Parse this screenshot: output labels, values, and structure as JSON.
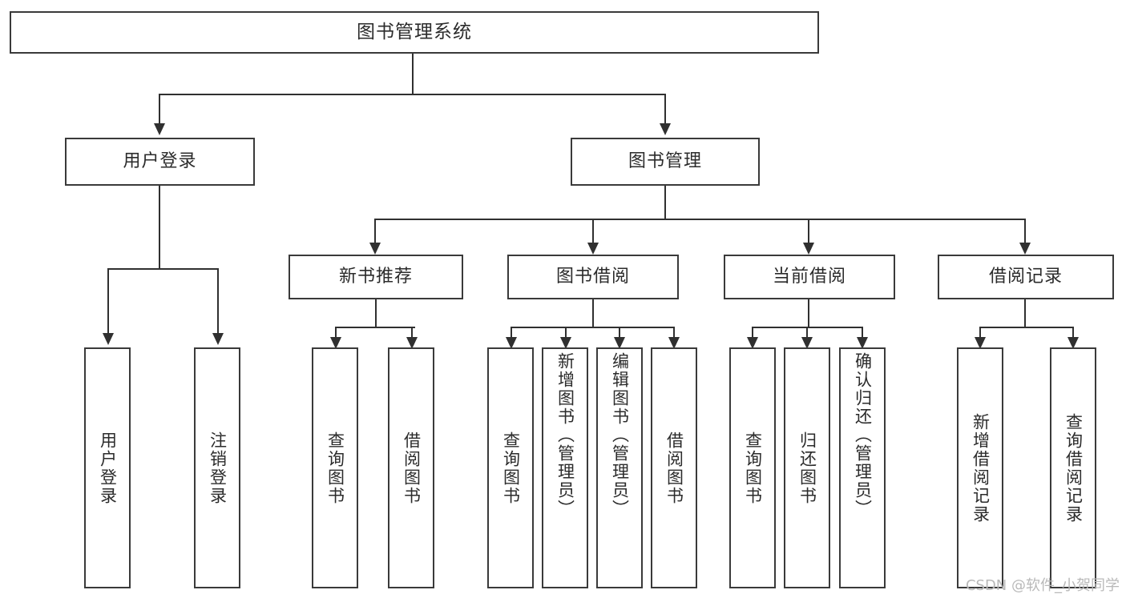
{
  "diagram": {
    "title": "图书管理系统",
    "type": "tree-hierarchy-diagram",
    "background_color": "#ffffff",
    "box_border_color": "#3a3a3a",
    "connector_color": "#303030",
    "text_color": "#2b2b2b"
  },
  "root": {
    "label": "图书管理系统"
  },
  "level2": {
    "user_login": {
      "label": "用户登录"
    },
    "book_manage": {
      "label": "图书管理"
    }
  },
  "level3": {
    "new_book_rec": {
      "label": "新书推荐"
    },
    "book_borrow": {
      "label": "图书借阅"
    },
    "current_borrow": {
      "label": "当前借阅"
    },
    "borrow_record": {
      "label": "借阅记录"
    }
  },
  "leaves": {
    "user_login": [
      {
        "label": "用户登录"
      },
      {
        "label": "注销登录"
      }
    ],
    "new_book_rec": [
      {
        "label": "查询图书"
      },
      {
        "label": "借阅图书"
      }
    ],
    "book_borrow": [
      {
        "label": "查询图书"
      },
      {
        "label": "新增图书（管理员）"
      },
      {
        "label": "编辑图书（管理员）"
      },
      {
        "label": "借阅图书"
      }
    ],
    "current_borrow": [
      {
        "label": "查询图书"
      },
      {
        "label": "归还图书"
      },
      {
        "label": "确认归还（管理员）"
      }
    ],
    "borrow_record": [
      {
        "label": "新增借阅记录"
      },
      {
        "label": "查询借阅记录"
      }
    ]
  },
  "watermark": {
    "text": "CSDN @软件_小贺同学"
  }
}
